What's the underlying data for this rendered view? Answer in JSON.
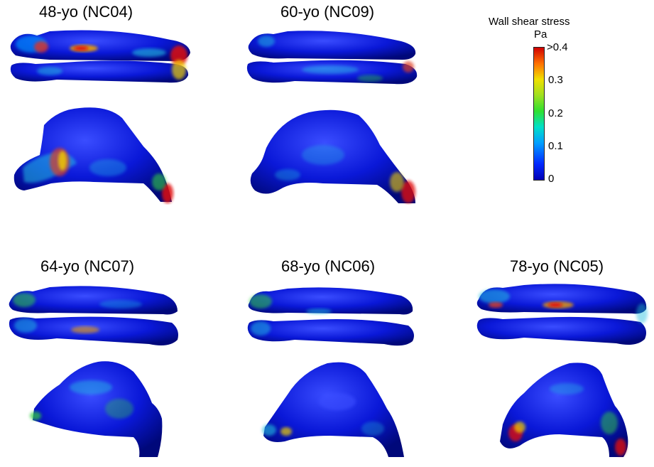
{
  "panels": [
    {
      "id": "nc04",
      "title": "48-yo (NC04)"
    },
    {
      "id": "nc09",
      "title": "60-yo (NC09)"
    },
    {
      "id": "nc07",
      "title": "64-yo (NC07)"
    },
    {
      "id": "nc06",
      "title": "68-yo (NC06)"
    },
    {
      "id": "nc05",
      "title": "78-yo (NC05)"
    }
  ],
  "legend": {
    "title": "Wall shear stress",
    "unit": "Pa",
    "ticks": [
      ">0.4",
      "0.3",
      "0.2",
      "0.1",
      "0"
    ]
  },
  "colors": {
    "surface_blue": "#0a18d8",
    "surface_dark": "#0010b0",
    "hot_red": "#e01010",
    "warm_yellow": "#f0d000",
    "mid_green": "#30d040",
    "cool_cyan": "#20c0e0"
  }
}
